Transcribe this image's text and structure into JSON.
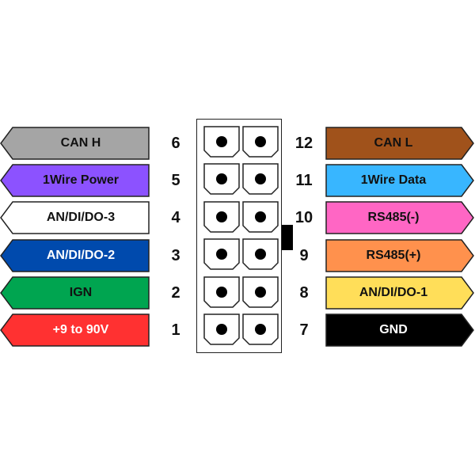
{
  "pins": [
    {
      "number": "6",
      "label": "CAN H",
      "fill": "#a5a5a5",
      "text_color": "#111111",
      "side": "left"
    },
    {
      "number": "5",
      "label": "1Wire Power",
      "fill": "#8c52ff",
      "text_color": "#111111",
      "side": "left"
    },
    {
      "number": "4",
      "label": "AN/DI/DO-3",
      "fill": "#ffffff",
      "text_color": "#111111",
      "side": "left"
    },
    {
      "number": "3",
      "label": "AN/DI/DO-2",
      "fill": "#004aad",
      "text_color": "#ffffff",
      "side": "left"
    },
    {
      "number": "2",
      "label": "IGN",
      "fill": "#00a550",
      "text_color": "#111111",
      "side": "left"
    },
    {
      "number": "1",
      "label": "+9 to 90V",
      "fill": "#ff3131",
      "text_color": "#ffffff",
      "side": "left"
    },
    {
      "number": "12",
      "label": "CAN L",
      "fill": "#a0521b",
      "text_color": "#111111",
      "side": "right"
    },
    {
      "number": "11",
      "label": "1Wire Data",
      "fill": "#38b6ff",
      "text_color": "#111111",
      "side": "right"
    },
    {
      "number": "10",
      "label": "RS485(-)",
      "fill": "#ff66c4",
      "text_color": "#111111",
      "side": "right"
    },
    {
      "number": "9",
      "label": "RS485(+)",
      "fill": "#ff914d",
      "text_color": "#111111",
      "side": "right"
    },
    {
      "number": "8",
      "label": "AN/DI/DO-1",
      "fill": "#ffde59",
      "text_color": "#111111",
      "side": "right"
    },
    {
      "number": "7",
      "label": "GND",
      "fill": "#000000",
      "text_color": "#ffffff",
      "side": "right"
    }
  ]
}
